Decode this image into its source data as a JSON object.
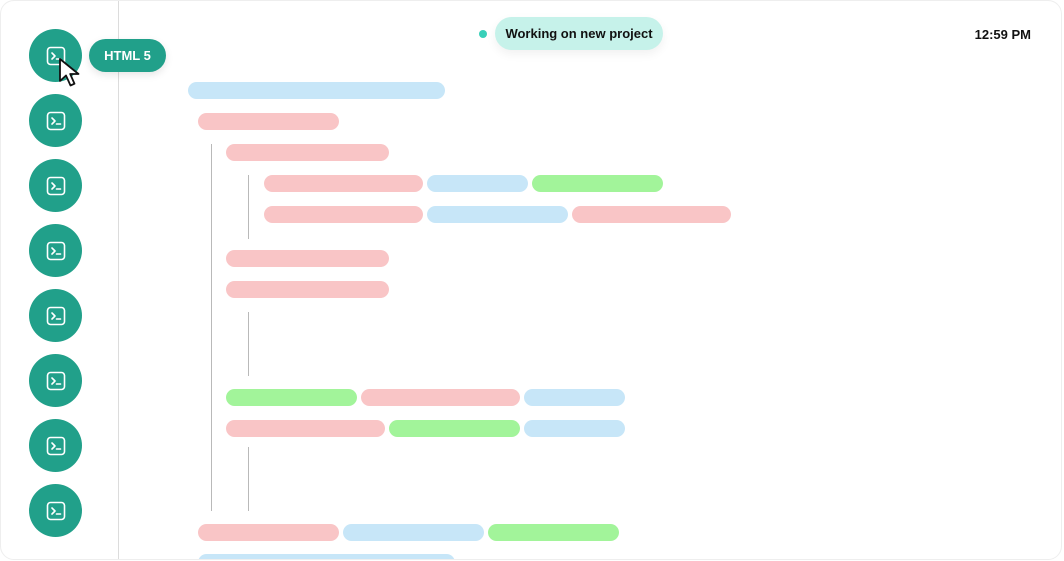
{
  "status": {
    "label": "Working on new project",
    "dot_color": "#39d0b9",
    "pill_color": "#c6f2ea"
  },
  "clock": {
    "time": "12:59 PM"
  },
  "tooltip": {
    "label": "HTML 5"
  },
  "sidebar": {
    "button_color": "#21a08a",
    "buttons": [
      {
        "icon": "terminal-icon"
      },
      {
        "icon": "terminal-icon"
      },
      {
        "icon": "terminal-icon"
      },
      {
        "icon": "terminal-icon"
      },
      {
        "icon": "terminal-icon"
      },
      {
        "icon": "terminal-icon"
      },
      {
        "icon": "terminal-icon"
      },
      {
        "icon": "terminal-icon"
      }
    ]
  },
  "palette": {
    "blue": "#c7e6f8",
    "pink": "#f9c5c6",
    "green": "#a2f49a"
  }
}
